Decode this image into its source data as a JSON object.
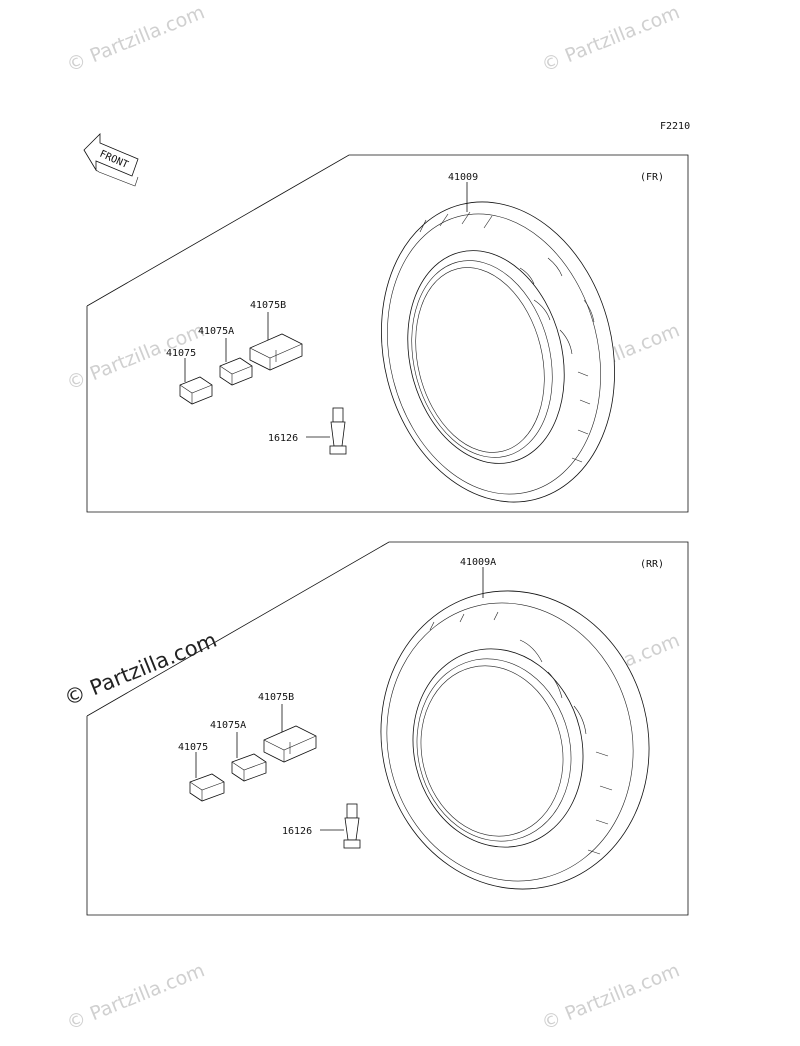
{
  "diagram_code": "F2210",
  "front_arrow_label": "FRONT",
  "front_panel": {
    "tag": "(FR)",
    "tire_part": "41009",
    "weight_1": "41075",
    "weight_2": "41075A",
    "weight_3": "41075B",
    "valve": "16126"
  },
  "rear_panel": {
    "tag": "(RR)",
    "tire_part": "41009A",
    "weight_1": "41075",
    "weight_2": "41075A",
    "weight_3": "41075B",
    "valve": "16126"
  },
  "watermark": "© Partzilla.com"
}
